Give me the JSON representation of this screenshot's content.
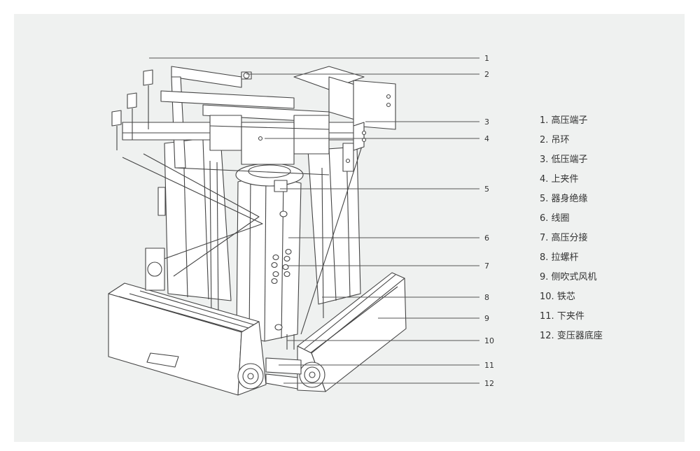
{
  "callouts": [
    {
      "number": "1",
      "label": "高压端子"
    },
    {
      "number": "2",
      "label": "吊环"
    },
    {
      "number": "3",
      "label": "低压端子"
    },
    {
      "number": "4",
      "label": "上夹件"
    },
    {
      "number": "5",
      "label": "器身绝缘"
    },
    {
      "number": "6",
      "label": "线圈"
    },
    {
      "number": "7",
      "label": "高压分接"
    },
    {
      "number": "8",
      "label": "拉螺杆"
    },
    {
      "number": "9",
      "label": "侧吹式风机"
    },
    {
      "number": "10",
      "label": "铁芯"
    },
    {
      "number": "11",
      "label": "下夹件"
    },
    {
      "number": "12",
      "label": "变压器底座"
    }
  ],
  "colors": {
    "panel": "#eff1f0",
    "line": "#444444",
    "text": "#333333"
  }
}
